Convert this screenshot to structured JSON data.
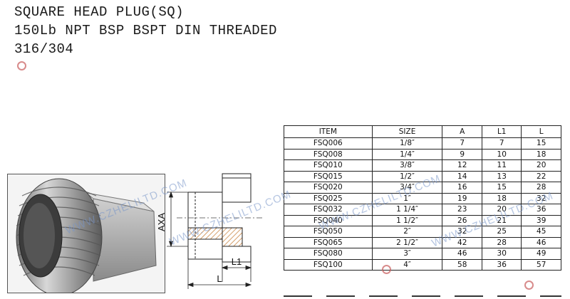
{
  "header": {
    "line1": "SQUARE HEAD PLUG(SQ)",
    "line2": "150Lb NPT BSP BSPT DIN  THREADED",
    "line3": "316/304"
  },
  "drawing": {
    "dim_axa": "AXA",
    "dim_l1": "L1",
    "dim_l": "L"
  },
  "watermark": {
    "text": "WWW.CZHELILTD.COM"
  },
  "table": {
    "headers": [
      "ITEM",
      "SIZE",
      "A",
      "L1",
      "L"
    ],
    "rows": [
      [
        "FSQ006",
        "1/8″",
        "7",
        "7",
        "15"
      ],
      [
        "FSQ008",
        "1/4″",
        "9",
        "10",
        "18"
      ],
      [
        "FSQ010",
        "3/8″",
        "12",
        "11",
        "20"
      ],
      [
        "FSQ015",
        "1/2″",
        "14",
        "13",
        "22"
      ],
      [
        "FSQ020",
        "3/4″",
        "16",
        "15",
        "28"
      ],
      [
        "FSQ025",
        "1″",
        "19",
        "18",
        "32"
      ],
      [
        "FSQ032",
        "1 1/4″",
        "23",
        "20",
        "36"
      ],
      [
        "FSQ040",
        "1 1/2″",
        "26",
        "21",
        "39"
      ],
      [
        "FSQ050",
        "2″",
        "32",
        "25",
        "45"
      ],
      [
        "FSQ065",
        "2 1/2″",
        "42",
        "28",
        "46"
      ],
      [
        "FSQ080",
        "3″",
        "46",
        "30",
        "49"
      ],
      [
        "FSQ100",
        "4″",
        "58",
        "36",
        "57"
      ]
    ]
  }
}
